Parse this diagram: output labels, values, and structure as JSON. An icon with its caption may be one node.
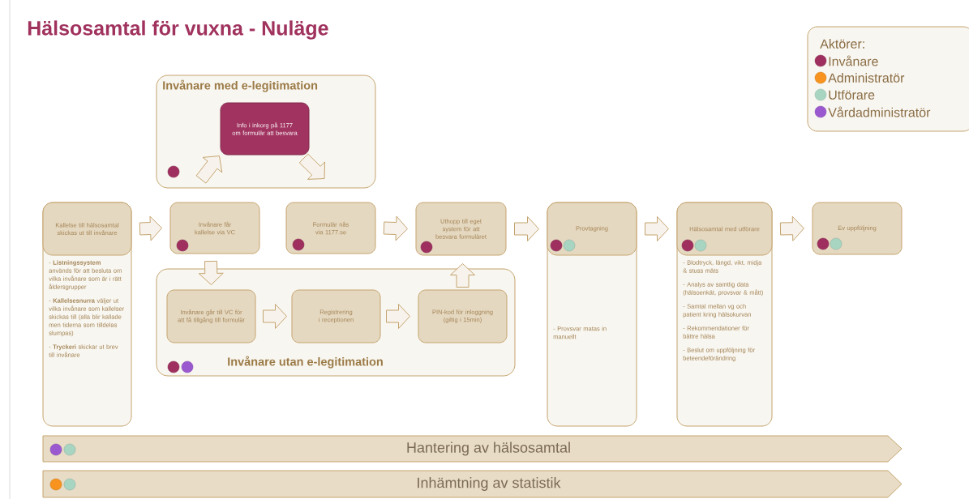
{
  "diagram": {
    "title": "Hälsosamtal för vuxna - Nuläge",
    "nodes": [
      {
        "text": [
          "Invånare med e-legitimation"
        ]
      },
      {
        "text": [
          "Info i inkorg på 1177 om formulär att besvara"
        ],
        "in": 0
      },
      {
        "text": [
          "Kallelse till hälsosamtal skickas ut till invånare",
          "- **Listningssystem** används för att besluta om vilka invånare som är i rätt åldersgrupper",
          "- **Kallelsesnurra** väljer ut vilka invånare som kallelser skickas till (alla blir kallade men tiderna som tilldelas slumpas)",
          "- **Tryckeri** skickar ut brev till invånare"
        ]
      },
      {
        "text": [
          "Invånare får kallelse via VC"
        ]
      },
      {
        "text": [
          "Formulär nås via 1177.se"
        ]
      },
      {
        "text": [
          "Uthopp till eget system för att besvara formuläret"
        ]
      },
      {
        "text": [
          "Provtagning",
          "- Provsvar matas in manuellt"
        ]
      },
      {
        "text": [
          "Hälsosamtal med utförare",
          "- Blodtryck, längd, vikt, midja & stuss mäts",
          "- Analys av samtlig data (hälsoenkät, provsvar & mått)",
          "- Samtal mellan vg och patient kring hälsokurvan",
          "- Rekommendationer för bättre hälsa",
          "- Beslut om uppföljning för beteendeförändring"
        ]
      },
      {
        "text": [
          "Ev uppföljning"
        ]
      },
      {
        "text": [
          "Invånare utan e-legitimation"
        ]
      },
      {
        "text": [
          "Invånare går till VC för att få tillgång till formulär"
        ],
        "in": 9
      },
      {
        "text": [
          "Registrering i receptionen"
        ],
        "in": 9
      },
      {
        "text": [
          "PIN-kod för inloggning (giltig i 15min)"
        ],
        "in": 9
      },
      {
        "text": [
          "Hantering av hälsosamtal"
        ]
      },
      {
        "text": [
          "Inhämtning av statistik"
        ]
      }
    ],
    "edges": [
      {
        "from": 2,
        "to": 3,
        "arrow": "to"
      },
      {
        "from": 3,
        "to": 1,
        "arrow": "to"
      },
      {
        "from": 1,
        "to": 4,
        "arrow": "to"
      },
      {
        "from": 4,
        "to": 5,
        "arrow": "to"
      },
      {
        "from": 5,
        "to": 6,
        "arrow": "to"
      },
      {
        "from": 6,
        "to": 7,
        "arrow": "to"
      },
      {
        "from": 7,
        "to": 8,
        "arrow": "to"
      },
      {
        "from": 3,
        "to": 10,
        "arrow": "to"
      },
      {
        "from": 10,
        "to": 11,
        "arrow": "to"
      },
      {
        "from": 11,
        "to": 12,
        "arrow": "to"
      },
      {
        "from": 12,
        "to": 5,
        "arrow": "to"
      }
    ],
    "labels": [
      "Aktörer:"
    ],
    "legend": [
      {
        "text": "Invånare",
        "color": "#9e2f5e"
      },
      {
        "text": "Administratör",
        "color": "#f7931e"
      },
      {
        "text": "Utförare",
        "color": "#a8d5c2"
      },
      {
        "text": "Vårdadministratör",
        "color": "#9b59d0"
      }
    ]
  }
}
